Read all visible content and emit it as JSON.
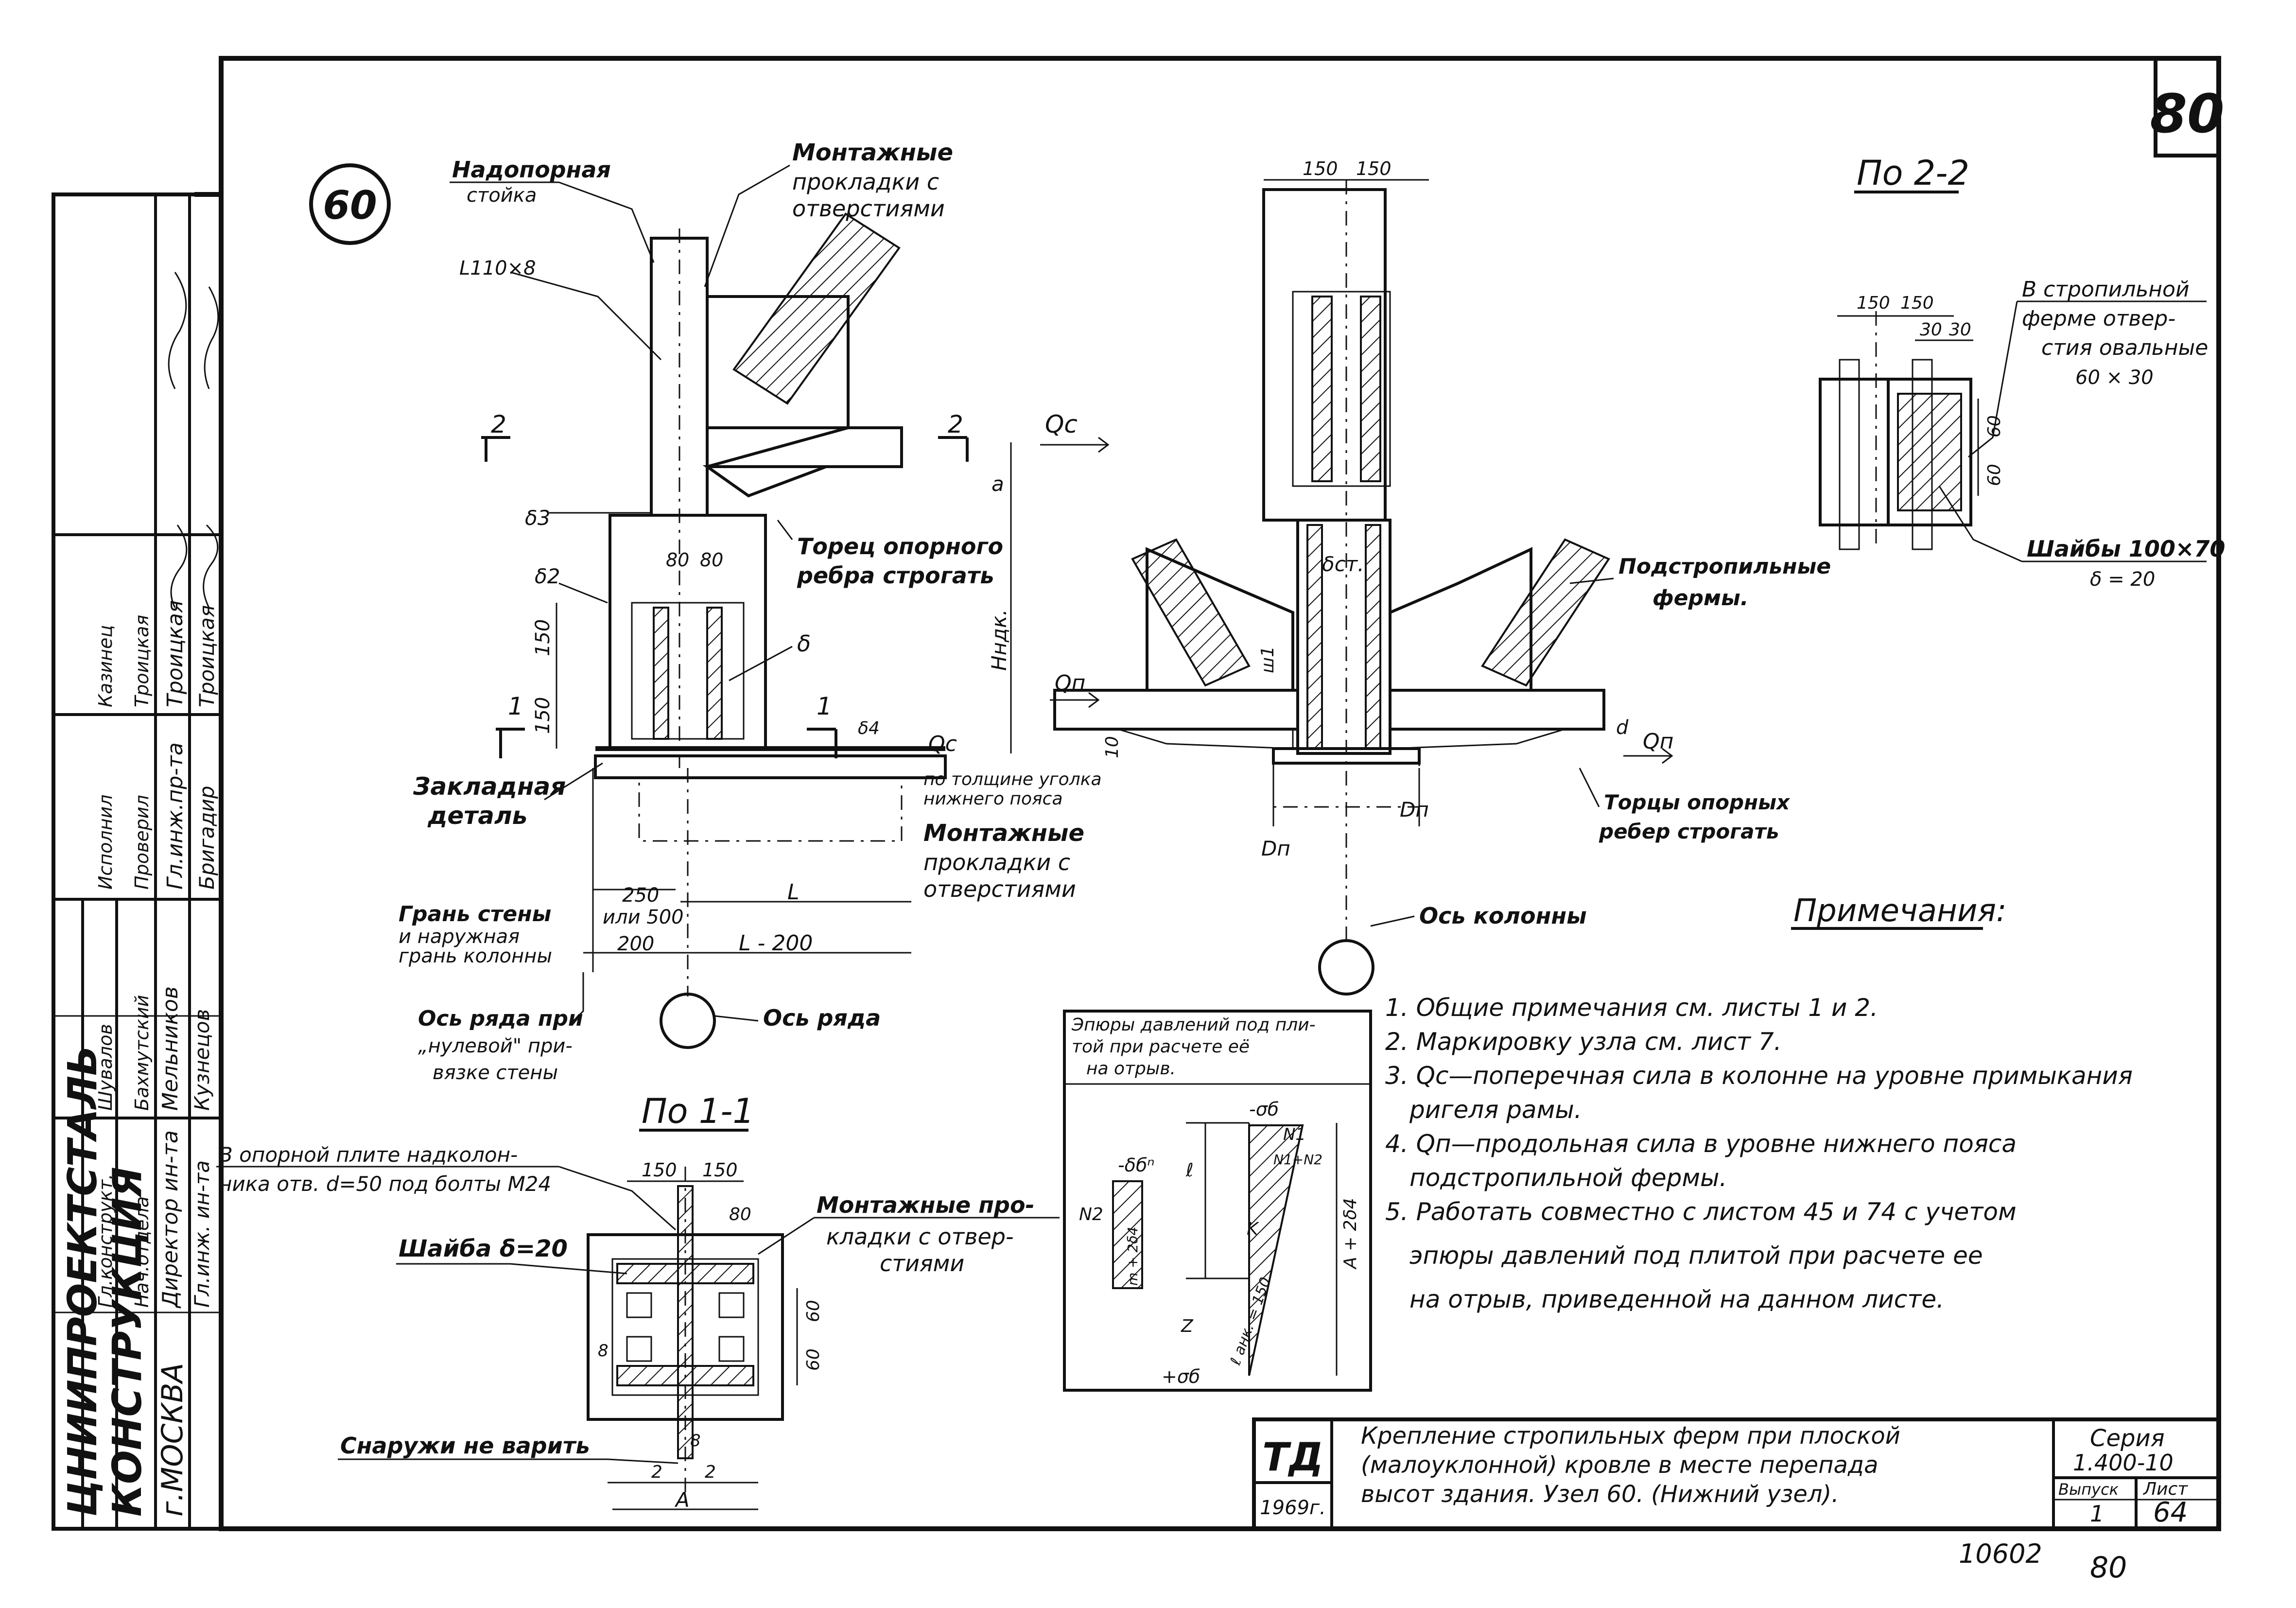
{
  "sheet_number": "80",
  "node_number": "60",
  "left_stamp": {
    "org_line1": "ЦНИИПРОЕКТСТАЛЬ",
    "org_line2": "КОНСТРУКЦИЯ",
    "org_line3": "г.МОСКВА",
    "roles": [
      "Директор ин-та",
      "Гл.инж. ин-та",
      "Нач.отдела",
      "Гл.конструкт.",
      "Гл.инж.пр-та",
      "Бригадир",
      "Проверил",
      "Исполнил"
    ],
    "names": [
      "Мельников",
      "Кузнецов",
      "Бахмутский",
      "Шувалов",
      "Троицкая",
      "Троицкая",
      "Троицкая",
      "Казинец"
    ]
  },
  "main_view": {
    "label_nadopornaya": "Надопорная",
    "label_stoika": "стойка",
    "label_mont1": "Монтажные",
    "label_mont2": "прокладки с",
    "label_mont3": "отверстиями",
    "angle": "L110×8",
    "sec2": "2",
    "qc": "Qc",
    "a": "a",
    "delta3": "δ3",
    "delta2": "δ2",
    "delta": "δ",
    "delta4": "δ4",
    "dim80a": "80",
    "dim80b": "80",
    "dim150a": "150",
    "dim150b": "150",
    "hnadk": "Нндк.",
    "torec1": "Торец опорного",
    "torec2": "ребра строгать",
    "sec1": "1",
    "zakl1": "Закладная",
    "zakl2": "деталь",
    "qc_low": "Qc",
    "tolsh1": "по толщине уголка",
    "tolsh2": "нижнего пояса",
    "mont_b1": "Монтажные",
    "mont_b2": "прокладки с",
    "mont_b3": "отверстиями",
    "gran1": "Грань стены",
    "gran2": "и наружная",
    "gran3": "грань колонны",
    "d250": "250",
    "d500": "или 500",
    "dL": "L",
    "d200": "200",
    "dL200": "L - 200",
    "os_ryada_pri1": "Ось ряда при",
    "os_ryada_pri2": "„нулевой\" при-",
    "os_ryada_pri3": "вязке стены",
    "os_ryada": "Ось ряда"
  },
  "column_view": {
    "d150a": "150",
    "d150b": "150",
    "delta_st": "δст.",
    "podstrop1": "Подстропильные",
    "podstrop2": "фермы.",
    "qn": "Qп",
    "qn2": "Qп",
    "w1": "ш1",
    "d10": "10",
    "d": "d",
    "dn1": "Dп",
    "dn2": "Dп",
    "torcy1": "Торцы опорных",
    "torcy2": "ребер строгать",
    "os_kolonny": "Ось колонны"
  },
  "section_22": {
    "title": "По 2-2",
    "d150a": "150",
    "d150b": "150",
    "d30a": "30",
    "d30b": "30",
    "d60a": "60",
    "d60b": "60",
    "note1": "В стропильной",
    "note2": "ферме отвер-",
    "note3": "стия овальные",
    "note4": "60 × 30",
    "washer1": "Шайбы 100×70",
    "washer2": "δ = 20"
  },
  "section_11": {
    "title": "По 1-1",
    "plate1": "В опорной плите надколон-",
    "plate2": "ника отв. d=50 под болты М24",
    "d150a": "150",
    "d150b": "150",
    "d80": "80",
    "washer": "Шайба δ=20",
    "mont1": "Монтажные про-",
    "mont2": "кладки с отвер-",
    "mont3": "стиями",
    "d60a": "60",
    "d60b": "60",
    "b8": "8",
    "outside": "Снаружи не варить",
    "m2a": "2",
    "m2b": "2",
    "mA": "A",
    "m8": "8"
  },
  "diagram": {
    "title1": "Эпюры давлений под пли-",
    "title2": "той при расчете её",
    "title3": "на отрыв.",
    "sig_top": "-σб",
    "sig_n": "-δбⁿ",
    "n1": "N1",
    "n2": "N2",
    "n12": "N1+N2",
    "l": "ℓ",
    "k": "K",
    "ab": "A + 2δ4",
    "m": "m + 2δ4",
    "lanc": "ℓ анк. = 150",
    "z": "Z",
    "sig_bot": "+σб"
  },
  "notes": {
    "title": "Примечания:",
    "items": [
      "1. Общие примечания см. листы 1 и 2.",
      "2. Маркировку узла см. лист 7.",
      "3. Qc—поперечная сила в колонне на уровне примыкания",
      "ригеля рамы.",
      "4. Qп—продольная сила в уровне нижнего пояса",
      "подстропильной фермы.",
      "5. Работать совместно с листом 45 и 74 с учетом",
      "эпюры давлений под плитой при расчете ее",
      "на отрыв, приведенной на данном листе."
    ]
  },
  "title_block": {
    "td": "ТД",
    "year": "1969г.",
    "desc1": "Крепление стропильных ферм при плоской",
    "desc2": "(малоуклонной) кровле в месте перепада",
    "desc3": "высот здания. Узел 60. (Нижний узел).",
    "series_label": "Серия",
    "series": "1.400-10",
    "issue_label": "Выпуск",
    "issue": "1",
    "sheet_label": "Лист",
    "sheet": "64"
  },
  "footer": {
    "inv": "10602",
    "num": "80"
  }
}
